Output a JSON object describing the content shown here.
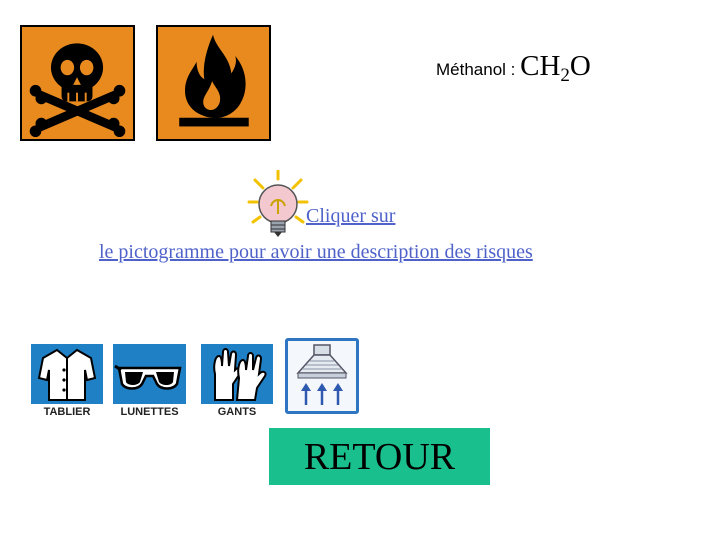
{
  "hazards": [
    {
      "name": "toxic",
      "icon": "skull-crossbones-icon"
    },
    {
      "name": "flammable",
      "icon": "flame-icon"
    }
  ],
  "title": {
    "label": "Méthanol : ",
    "formula_prefix": "CH",
    "formula_subscript": "2",
    "formula_suffix": "O"
  },
  "info": {
    "icon": "lightbulb-icon",
    "link_line1": "Cliquer sur",
    "link_line2": "le pictogramme pour avoir une description des risques"
  },
  "ppe": [
    {
      "label": "TABLIER",
      "icon": "lab-coat-icon"
    },
    {
      "label": "LUNETTES",
      "icon": "safety-glasses-icon"
    },
    {
      "label": "GANTS",
      "icon": "gloves-icon"
    },
    {
      "label": "",
      "icon": "fume-hood-icon"
    }
  ],
  "buttons": {
    "retour": "RETOUR"
  },
  "colors": {
    "hazard_orange": "#e88a1e",
    "ppe_blue": "#1f80c6",
    "link_blue": "#4f62c9",
    "retour_green": "#19c08e"
  }
}
